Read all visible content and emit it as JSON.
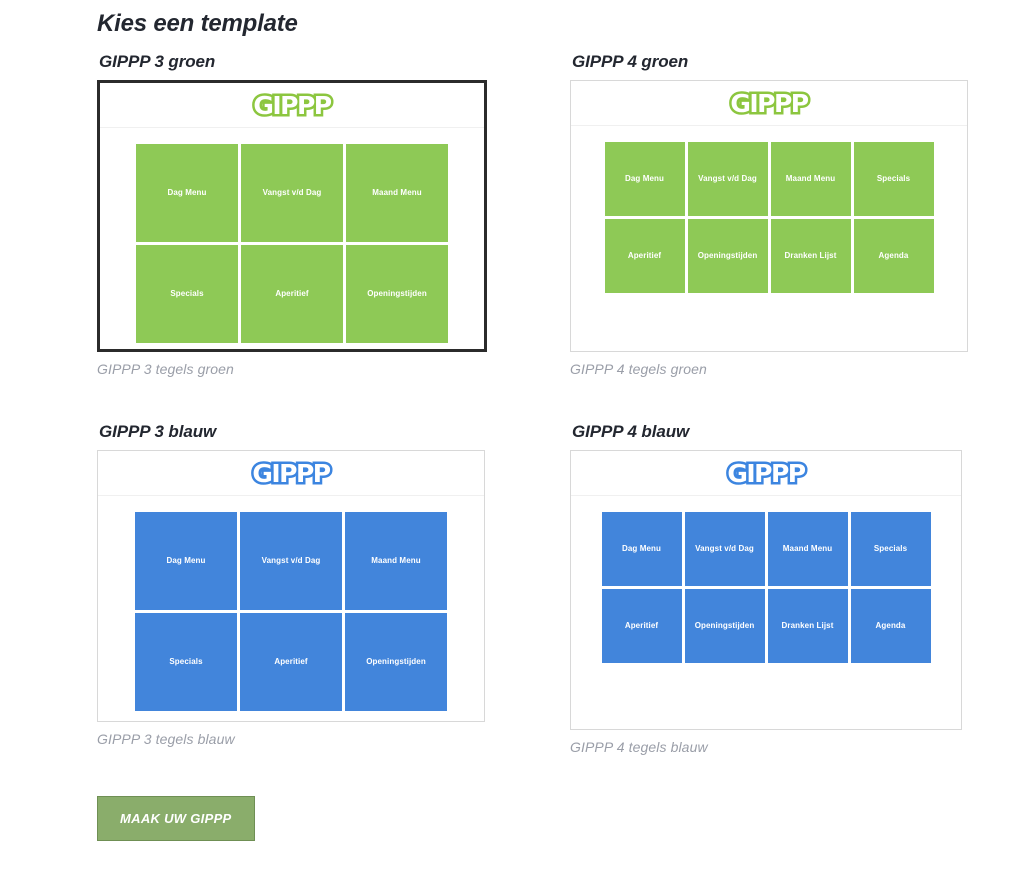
{
  "page": {
    "title": "Kies een template"
  },
  "colors": {
    "green_tile": "#8ec956",
    "blue_tile": "#4285db",
    "green_logo": "#8cc63f",
    "blue_logo": "#3c85e0",
    "selected_border": "#2b2b2b",
    "card_border": "#d8d8d8",
    "caption_text": "#9a9ea8",
    "button_bg": "#8aad6b",
    "button_border": "#6f8f54",
    "heading_text": "#232730"
  },
  "logo": {
    "text": "GIPPP"
  },
  "templates": [
    {
      "heading": "GIPPP 3 groen",
      "caption": "GIPPP 3 tegels groen",
      "selected": true,
      "columns": 3,
      "color": "green",
      "logo_text": "GIPPP",
      "tiles": [
        "Dag Menu",
        "Vangst v/d Dag",
        "Maand Menu",
        "Specials",
        "Aperitief",
        "Openingstijden"
      ]
    },
    {
      "heading": "GIPPP 4 groen",
      "caption": "GIPPP 4 tegels groen",
      "selected": false,
      "columns": 4,
      "color": "green",
      "logo_text": "GIPPP",
      "tiles": [
        "Dag Menu",
        "Vangst v/d Dag",
        "Maand Menu",
        "Specials",
        "Aperitief",
        "Openingstijden",
        "Dranken Lijst",
        "Agenda"
      ]
    },
    {
      "heading": "GIPPP 3 blauw",
      "caption": "GIPPP 3 tegels blauw",
      "selected": false,
      "columns": 3,
      "color": "blue",
      "logo_text": "GIPPP",
      "tiles": [
        "Dag Menu",
        "Vangst v/d Dag",
        "Maand Menu",
        "Specials",
        "Aperitief",
        "Openingstijden"
      ]
    },
    {
      "heading": "GIPPP 4 blauw",
      "caption": "GIPPP 4 tegels blauw",
      "selected": false,
      "columns": 4,
      "color": "blue",
      "logo_text": "GIPPP",
      "tiles": [
        "Dag Menu",
        "Vangst v/d Dag",
        "Maand Menu",
        "Specials",
        "Aperitief",
        "Openingstijden",
        "Dranken Lijst",
        "Agenda"
      ]
    }
  ],
  "submit": {
    "label": "MAAK UW GIPPP"
  }
}
